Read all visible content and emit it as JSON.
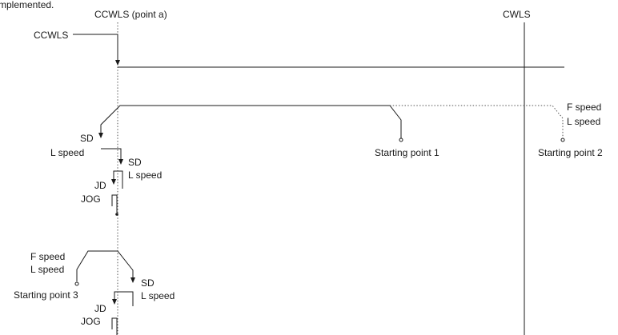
{
  "header_fragment": "mplemented.",
  "labels": {
    "ccwls_point_a": "CCWLS (point a)",
    "cwls": "CWLS",
    "ccwls": "CCWLS",
    "f_speed": "F speed",
    "l_speed": "L speed",
    "sd": "SD",
    "jd": "JD",
    "jog": "JOG",
    "starting_point_1": "Starting point 1",
    "starting_point_2": "Starting point 2",
    "starting_point_3": "Starting point 3"
  }
}
